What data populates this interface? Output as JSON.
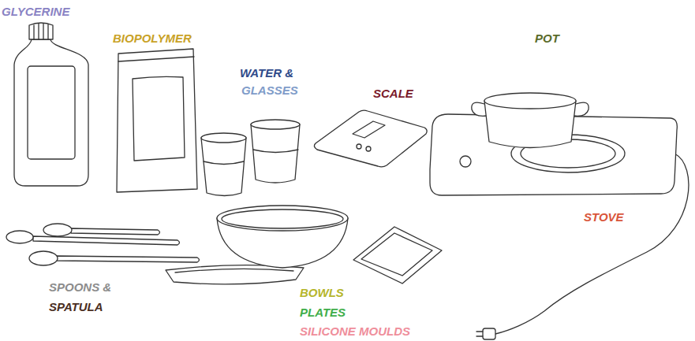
{
  "diagram": {
    "labels": [
      "GLYCERINE",
      "BIOPOLYMER",
      "WATER &",
      "GLASSES",
      "SCALE",
      "POT",
      "STOVE",
      "SPOONS &",
      "SPATULA",
      "BOWLS",
      "PLATES",
      "SILICONE MOULDS"
    ]
  }
}
